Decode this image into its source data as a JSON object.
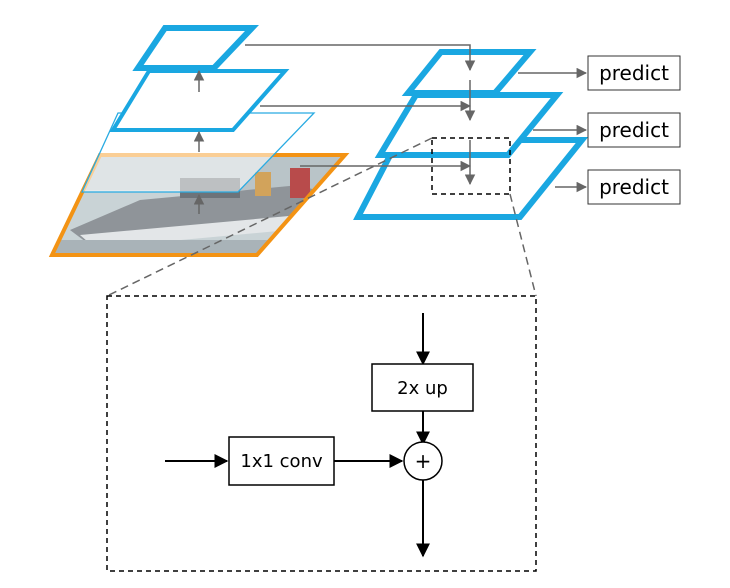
{
  "outputs": {
    "predict_top": "predict",
    "predict_middle": "predict",
    "predict_bottom": "predict"
  },
  "detail": {
    "upsample_label": "2x up",
    "lateral_conv_label": "1x1 conv",
    "merge_symbol": "+"
  },
  "colors": {
    "pyramid_blue": "#1aa7e1",
    "image_orange": "#f39314",
    "thin_layer_blue": "#29abe2",
    "connector_gray": "#666666",
    "arrow_black": "#000000",
    "photo_sky": "#c9d3d6",
    "photo_boat": "#8f9499"
  }
}
